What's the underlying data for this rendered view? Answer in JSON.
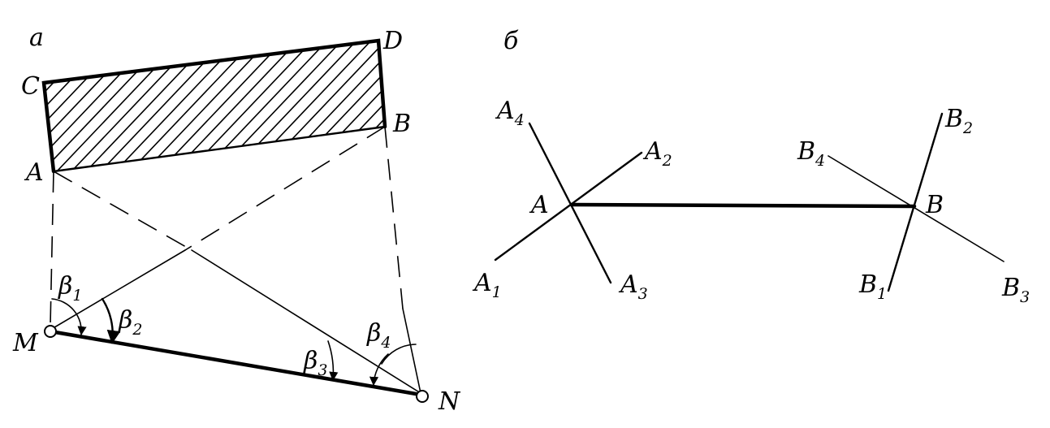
{
  "panel_a": {
    "label": "а",
    "points": {
      "A": "A",
      "B": "B",
      "C": "C",
      "D": "D",
      "M": "M",
      "N": "N"
    },
    "angles": [
      {
        "base": "β",
        "sub": "1"
      },
      {
        "base": "β",
        "sub": "2"
      },
      {
        "base": "β",
        "sub": "3"
      },
      {
        "base": "β",
        "sub": "4"
      }
    ]
  },
  "panel_b": {
    "label": "б",
    "points": {
      "A": "A",
      "B": "B",
      "A1": {
        "base": "A",
        "sub": "1"
      },
      "A2": {
        "base": "A",
        "sub": "2"
      },
      "A3": {
        "base": "A",
        "sub": "3"
      },
      "A4": {
        "base": "A",
        "sub": "4"
      },
      "B1": {
        "base": "B",
        "sub": "1"
      },
      "B2": {
        "base": "B",
        "sub": "2"
      },
      "B3": {
        "base": "B",
        "sub": "3"
      },
      "B4": {
        "base": "B",
        "sub": "4"
      }
    }
  }
}
